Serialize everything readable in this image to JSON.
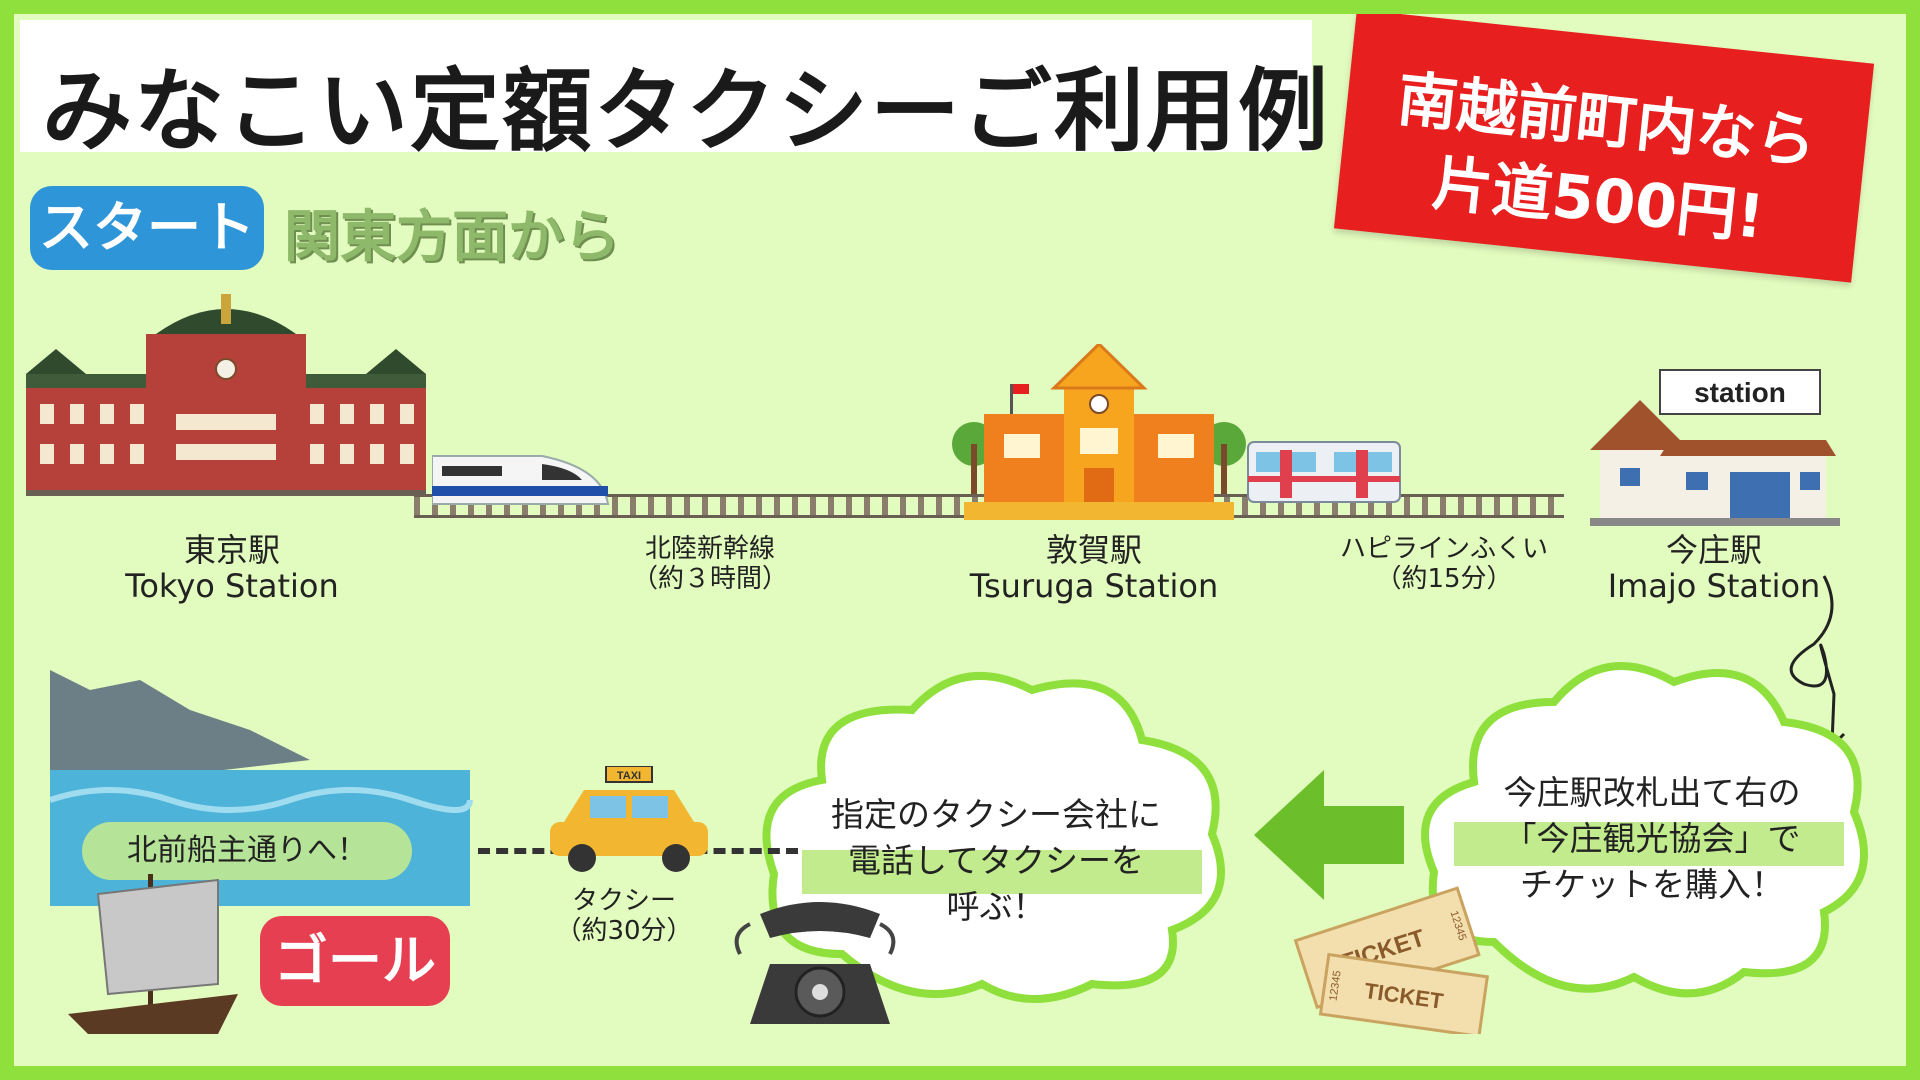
{
  "title": "みなこい定額タクシーご利用例",
  "price_banner": {
    "line1": "南越前町内なら",
    "line2": "片道500円!"
  },
  "start": {
    "badge": "スタート",
    "subtitle": "関東方面から"
  },
  "stations": [
    {
      "ja": "東京駅",
      "en": "Tokyo Station"
    },
    {
      "ja": "敦賀駅",
      "en": "Tsuruga Station"
    },
    {
      "ja": "今庄駅",
      "en": "Imajo Station"
    }
  ],
  "sign_text": "station",
  "legs": [
    {
      "name": "北陸新幹線",
      "time": "（約３時間）"
    },
    {
      "name": "ハピラインふくい",
      "time": "（約15分）"
    },
    {
      "name": "タクシー",
      "time": "（約30分）"
    }
  ],
  "step_ticket": {
    "line1": "今庄駅改札出て右の",
    "line2": "「今庄観光協会」で",
    "line3": "チケットを購入！"
  },
  "step_call": {
    "line1": "指定のタクシー会社に",
    "line2": "電話してタクシーを",
    "line3": "呼ぶ！"
  },
  "ticket_text": "TICKET",
  "ticket_number": "12345",
  "taxi_text": "TAXI",
  "destination": "北前船主通りへ！",
  "goal": {
    "badge": "ゴール"
  },
  "colors": {
    "frame": "#8fe03c",
    "panel": "#e2fbbe",
    "banner": "#e81f1f",
    "start": "#2e96d8",
    "goal": "#e63f52"
  }
}
